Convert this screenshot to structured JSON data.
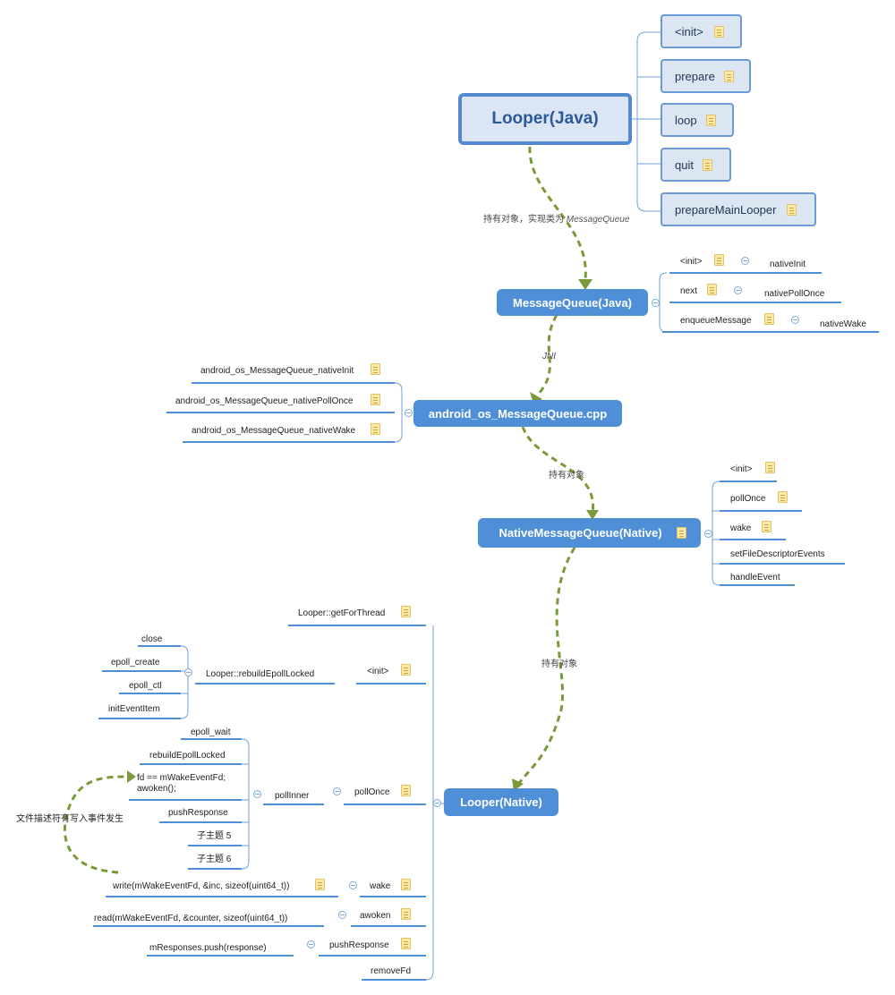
{
  "nodes": {
    "looper_java": "Looper(Java)",
    "message_queue_java": "MessageQueue(Java)",
    "android_mq_cpp": "android_os_MessageQueue.cpp",
    "native_mq": "NativeMessageQueue(Native)",
    "looper_native": "Looper(Native)"
  },
  "looper_java_methods": [
    "<init>",
    "prepare",
    "loop",
    "quit",
    "prepareMainLooper"
  ],
  "connectors": {
    "c1": "持有对象，实现类为 ",
    "c1_italic": "MessageQueue",
    "c2": "JNI",
    "c3": "持有对象",
    "c4": "持有对象"
  },
  "mq_java_children": [
    {
      "label": "<init>",
      "target": "nativeInit"
    },
    {
      "label": "next",
      "target": "nativePollOnce"
    },
    {
      "label": "enqueueMessage",
      "target": "nativeWake"
    }
  ],
  "cpp_children": [
    "android_os_MessageQueue_nativeInit",
    "android_os_MessageQueue_nativePollOnce",
    "android_os_MessageQueue_nativeWake"
  ],
  "native_mq_children": [
    "<init>",
    "pollOnce",
    "wake",
    "setFileDescriptorEvents",
    "handleEvent"
  ],
  "looper_native_children": {
    "get_for_thread": "Looper::getForThread",
    "init": "<init>",
    "rebuild": "Looper::rebuildEpollLocked",
    "rebuild_children": [
      "close",
      "epoll_create",
      "epoll_ctl",
      "initEventItem"
    ],
    "poll_once": "pollOnce",
    "poll_inner": "pollInner",
    "poll_inner_children": [
      "epoll_wait",
      "rebuildEpollLocked",
      "fd == mWakeEventFd;\nawoken();",
      "pushResponse",
      "子主题 5",
      "子主题 6"
    ],
    "wake": "wake",
    "wake_child": "write(mWakeEventFd, &inc, sizeof(uint64_t))",
    "awoken": "awoken",
    "awoken_child": "read(mWakeEventFd, &counter, sizeof(uint64_t))",
    "push_response": "pushResponse",
    "push_response_child": "mResponses.push(response)",
    "remove_fd": "removeFd"
  },
  "annotation": "文件描述符有写入事件发生",
  "colors": {
    "accent": "#4f8fd7",
    "root_border": "#5289cf",
    "arrow": "#7a9a3a",
    "underline": "#4f8fd7"
  }
}
